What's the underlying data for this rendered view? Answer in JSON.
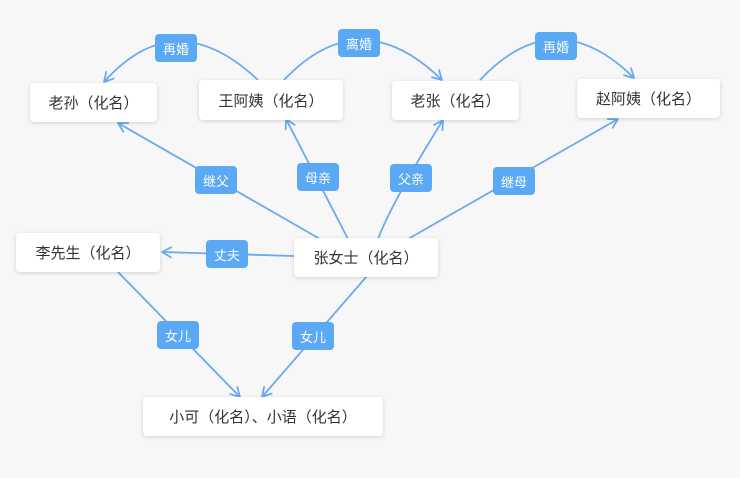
{
  "diagram": {
    "edge_color": "#6aaaf0",
    "label_color": "#5ba8f5",
    "nodes": {
      "laosun": "老孙（化名）",
      "wangayi": "王阿姨（化名）",
      "laozhang": "老张（化名）",
      "zhaoayi": "赵阿姨（化名）",
      "lixiansheng": "李先生（化名）",
      "zhangnvshi": "张女士（化名）",
      "children": "小可（化名）、小语（化名）"
    },
    "edges": {
      "wang_to_sun": "再婚",
      "wang_to_zhang": "离婚",
      "zhang_to_zhao": "再婚",
      "zhang_to_sun": "继父",
      "zhang_to_wang": "母亲",
      "zhang_to_laozhang": "父亲",
      "zhang_to_zhao_mother": "继母",
      "zhang_to_li": "丈夫",
      "li_to_children": "女儿",
      "zhang_to_children": "女儿"
    }
  }
}
